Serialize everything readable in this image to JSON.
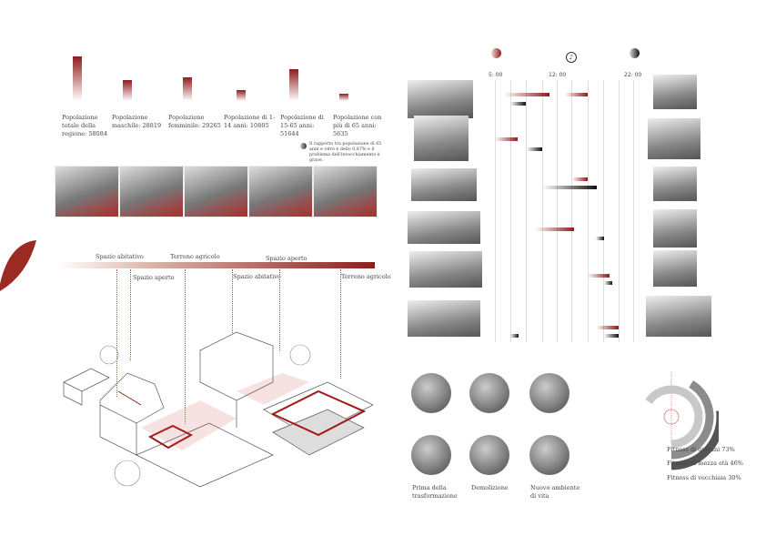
{
  "population": {
    "items": [
      {
        "label": "Popolazione totale della regione: 58084",
        "value": 58084
      },
      {
        "label": "Popolazione maschile: 28819",
        "value": 28819
      },
      {
        "label": "Popolazione femminile: 29265",
        "value": 29265
      },
      {
        "label": "Popolazione di 1-14 anni: 10805",
        "value": 10805
      },
      {
        "label": "Popolazione di 15-65 anni: 51644",
        "value": 51644
      },
      {
        "label": "Popolazione con più di 65 anni: 5635",
        "value": 5635
      }
    ],
    "note": "Il rapporto tra popolazione di 65 anni e oltre è dello 0,87% e il problema dell'invecchiamento è grave."
  },
  "gradient_labels": {
    "top": [
      "Spazio abitativo",
      "Terreno agricolo",
      "Spazio aperto"
    ],
    "bottom": [
      "Spazio aperto",
      "Spazio abitativo",
      "Terreno agricolo"
    ]
  },
  "timeline": {
    "times": [
      "5: 00",
      "12: 00",
      "22: 00"
    ],
    "icons": [
      "sunrise-icon",
      "clock-icon",
      "night-icon"
    ],
    "colors": {
      "activity": "#8f1c1c",
      "rest": "#111111"
    }
  },
  "transformation": {
    "labels": [
      "Prima della trasformazione",
      "Demolizione",
      "Nuovo ambiente di vita"
    ]
  },
  "fitness": {
    "items": [
      {
        "label": "Fitness di giovani 73%",
        "value": 73,
        "color": "#c8c8c8"
      },
      {
        "label": "Fitness di mezza età 46%",
        "value": 46,
        "color": "#8c8c8c"
      },
      {
        "label": "Fitness di vecchiaia 30%",
        "value": 30,
        "color": "#555555"
      }
    ]
  }
}
